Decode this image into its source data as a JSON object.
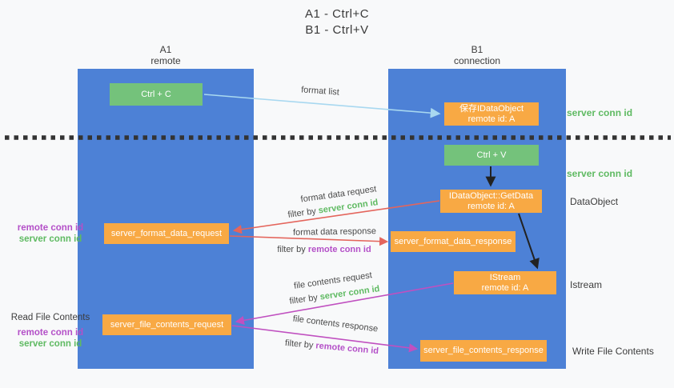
{
  "colors": {
    "background": "#f8f9fa",
    "lane_blue": "#4d81d6",
    "box_green": "#74c27b",
    "box_orange": "#f8a944",
    "text_green": "#5fba62",
    "text_purple": "#b450c8",
    "arrow_red": "#e4655c",
    "arrow_magenta": "#c050c0",
    "arrow_lightblue": "#a8d8f0",
    "arrow_black": "#222222"
  },
  "title": {
    "line1": "A1 - Ctrl+C",
    "line2": "B1 - Ctrl+V"
  },
  "lanes": {
    "left": {
      "id": "A1",
      "role": "remote"
    },
    "right": {
      "id": "B1",
      "role": "connection"
    }
  },
  "nodes": {
    "ctrl_c": {
      "label": "Ctrl + C"
    },
    "ctrl_v": {
      "label": "Ctrl + V"
    },
    "save_dataobject": {
      "line1": "保存IDataObject",
      "line2": "remote id: A"
    },
    "getdata": {
      "line1": "IDataObject::GetData",
      "line2": "remote id: A"
    },
    "istream": {
      "line1": "IStream",
      "line2": "remote id: A"
    },
    "server_format_data_request": {
      "label": "server_format_data_request"
    },
    "server_format_data_response": {
      "label": "server_format_data_response"
    },
    "server_file_contents_request": {
      "label": "server_file_contents_request"
    },
    "server_file_contents_response": {
      "label": "server_file_contents_response"
    }
  },
  "arrow_labels": {
    "format_list": "format list",
    "format_data_request": "format data request",
    "format_data_response": "format data response",
    "file_contents_request": "file contents request",
    "file_contents_response": "file contents response",
    "filter_by": "filter by"
  },
  "side_labels": {
    "server_conn_id": "server conn id",
    "remote_conn_id": "remote conn id",
    "dataobject": "DataObject",
    "istream": "Istream",
    "read_file_contents": "Read File Contents",
    "write_file_contents": "Write File Contents"
  }
}
